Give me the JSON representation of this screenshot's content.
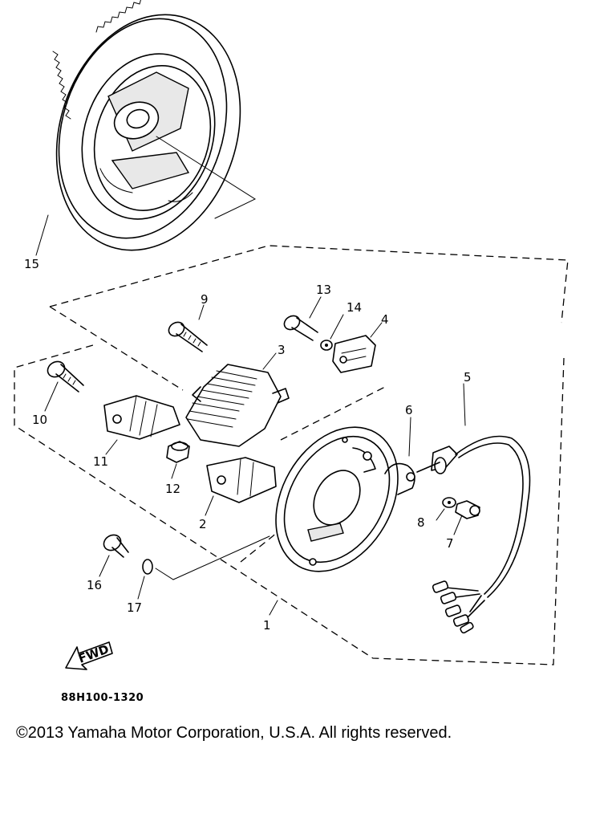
{
  "diagram": {
    "callouts": {
      "c1": "1",
      "c2": "2",
      "c3": "3",
      "c4": "4",
      "c5": "5",
      "c6": "6",
      "c7": "7",
      "c8": "8",
      "c9": "9",
      "c10": "10",
      "c11": "11",
      "c12": "12",
      "c13": "13",
      "c14": "14",
      "c15": "15",
      "c16": "16",
      "c17": "17"
    },
    "fwd_label": "FWD",
    "drawing_code": "88H100-1320"
  },
  "footer": {
    "copyright": "©2013 Yamaha Motor Corporation, U.S.A. All rights reserved."
  }
}
